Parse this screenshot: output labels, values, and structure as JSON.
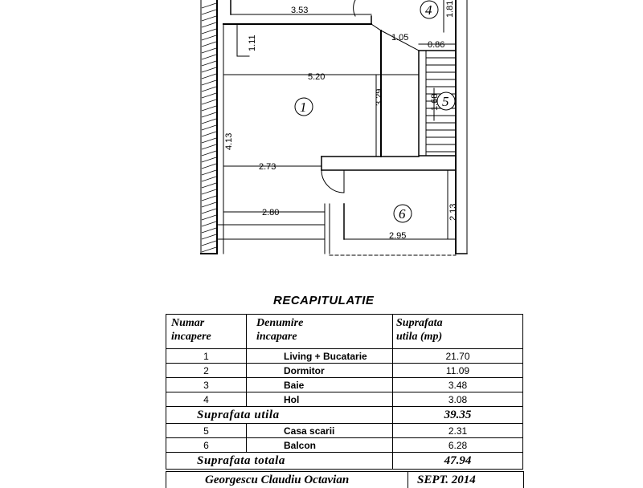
{
  "floor_plan": {
    "dimensions": {
      "d_3_53": "3.53",
      "d_1_81": "1.81",
      "d_1_11": "1.11",
      "d_1_05": "1.05",
      "d_0_86": "0.86",
      "d_5_20": "5.20",
      "d_3_29": "3.29",
      "d_1_68": "1.68",
      "d_4_13": "4.13",
      "d_2_73": "2.73",
      "d_2_80": "2.80",
      "d_2_13": "2.13",
      "d_2_95": "2.95"
    },
    "room_markers": {
      "r1": "1",
      "r4": "4",
      "r5": "5",
      "r6": "6"
    }
  },
  "recap": {
    "title": "RECAPITULATIE",
    "headers": {
      "number": [
        "Numar",
        "incapere"
      ],
      "name": [
        "Denumire",
        "incapare"
      ],
      "area": [
        "Suprafata",
        "utila  (mp)"
      ]
    },
    "rows_main": [
      {
        "number": "1",
        "name": "Living + Bucatarie",
        "area": "21.70"
      },
      {
        "number": "2",
        "name": "Dormitor",
        "area": "11.09"
      },
      {
        "number": "3",
        "name": "Baie",
        "area": "3.48"
      },
      {
        "number": "4",
        "name": "Hol",
        "area": "3.08"
      }
    ],
    "subtotal": {
      "label": "Suprafata  utila",
      "value": "39.35"
    },
    "rows_extra": [
      {
        "number": "5",
        "name": "Casa scarii",
        "area": "2.31"
      },
      {
        "number": "6",
        "name": "Balcon",
        "area": "6.28"
      }
    ],
    "total": {
      "label": "Suprafata  totala",
      "value": "47.94"
    },
    "footer": {
      "author": "Georgescu  Claudiu  Octavian",
      "date": "SEPT.  2014"
    }
  }
}
